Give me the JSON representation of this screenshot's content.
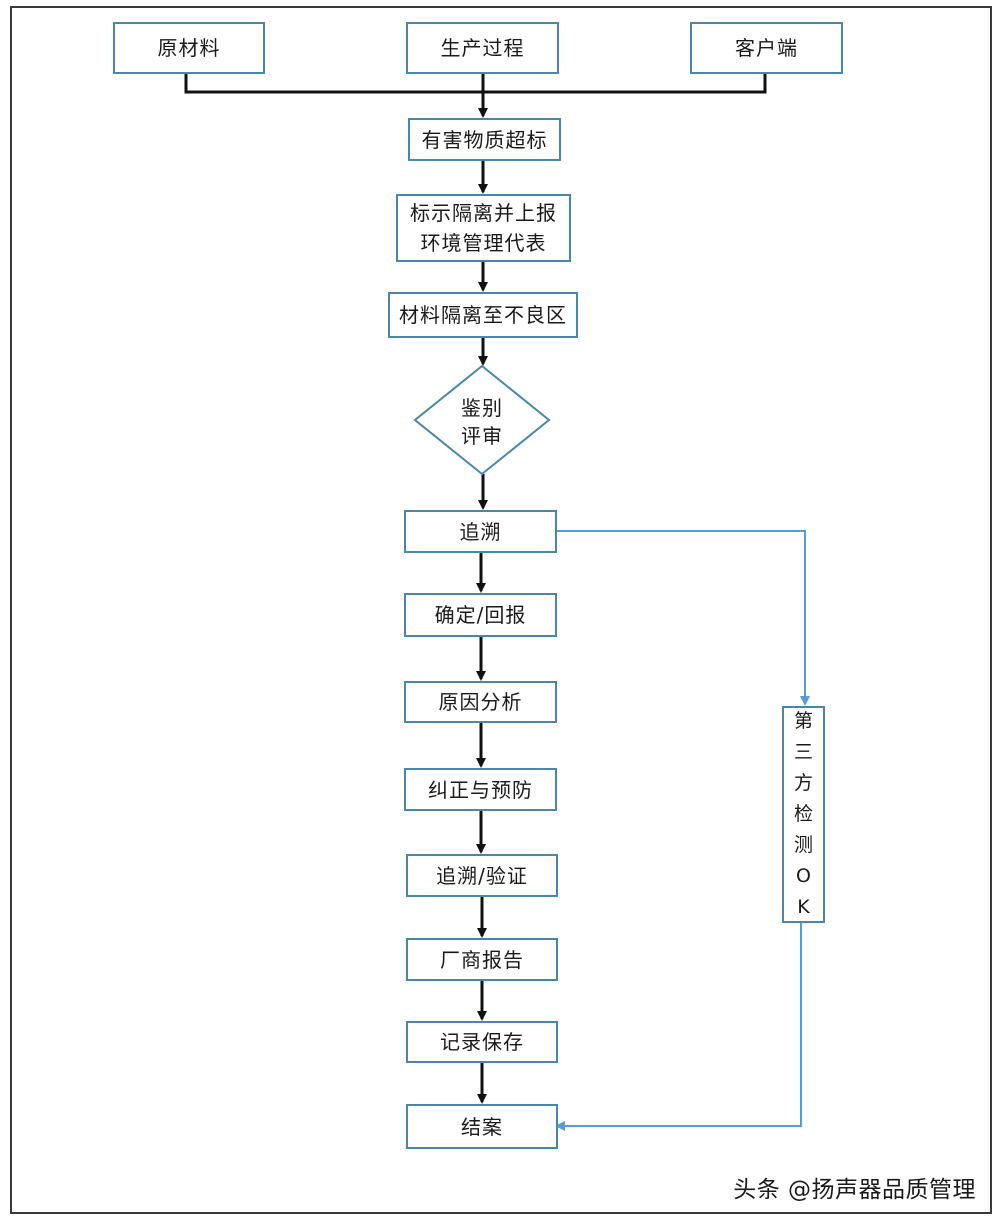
{
  "nodes": {
    "raw_material": "原材料",
    "production_process": "生产过程",
    "customer": "客户端",
    "hazardous_exceed": "有害物质超标",
    "mark_isolate_line1": "标示隔离并上报",
    "mark_isolate_line2": "环境管理代表",
    "isolate_defect_area": "材料隔离至不良区",
    "identify_review_line1": "鉴别",
    "identify_review_line2": "评审",
    "trace": "追溯",
    "confirm_reply": "确定/回报",
    "cause_analysis": "原因分析",
    "correct_prevent": "纠正与预防",
    "trace_verify": "追溯/验证",
    "vendor_report": "厂商报告",
    "record_save": "记录保存",
    "close_case": "结案",
    "third_party_test_chars": [
      "第",
      "三",
      "方",
      "检",
      "测",
      "O",
      "K"
    ]
  },
  "watermark": "头条 @扬声器品质管理",
  "colors": {
    "box_border": "#4a86a8",
    "main_arrow": "#111111",
    "branch_arrow": "#5b9bd5"
  }
}
